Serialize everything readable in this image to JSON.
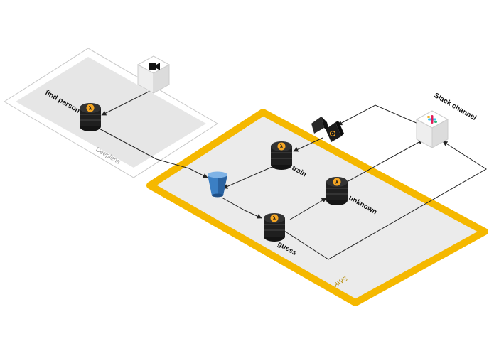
{
  "zones": {
    "deeplens": {
      "label": "Deeplens",
      "fill": "#e6e6e6",
      "border": "#cccccc"
    },
    "aws": {
      "label": "AWS",
      "fill": "#ebebeb",
      "border": "#f5b800"
    }
  },
  "nodes": {
    "camera": {
      "icon": "camera-icon"
    },
    "find_person": {
      "label": "find person",
      "icon": "lambda-icon"
    },
    "s3": {
      "icon": "s3-bucket-icon"
    },
    "train": {
      "label": "train",
      "icon": "lambda-icon"
    },
    "guess": {
      "label": "guess",
      "icon": "lambda-icon"
    },
    "unknown": {
      "label": "unknown",
      "icon": "lambda-icon"
    },
    "api_gateway": {
      "icon": "api-gateway-icon"
    },
    "slack": {
      "label": "Slack channel",
      "icon": "slack-icon"
    }
  },
  "colors": {
    "lambda_accent": "#f5a623",
    "node_dark": "#1a1a1a",
    "s3_blue": "#3b7fc4",
    "edge": "#222222"
  }
}
